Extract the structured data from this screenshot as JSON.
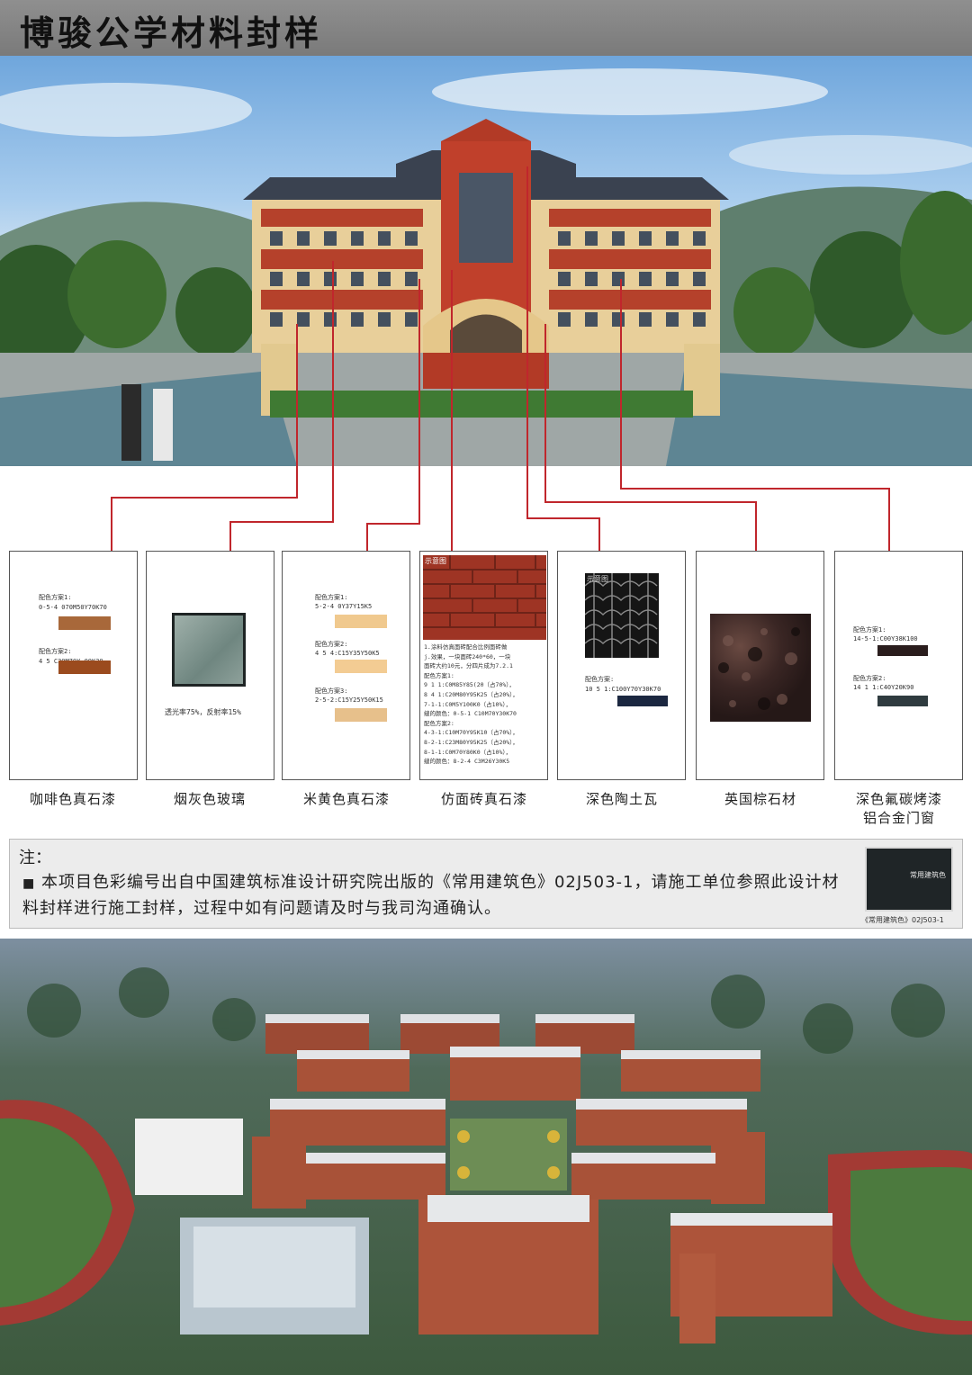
{
  "header": {
    "title": "博骏公学材料封样"
  },
  "render_top": {
    "description_image": "school-building-front-rendering"
  },
  "cards": [
    {
      "label": "咖啡色真石漆",
      "lines": [
        "配色方案1:",
        "0-5-4  070M50Y70K70",
        "配色方案2:",
        "4 5   C30M70Y 00K30"
      ],
      "chips": [
        "#a8683a",
        "#9b4b1e"
      ]
    },
    {
      "label": "烟灰色玻璃",
      "caption": "透光率75%，反射率15%"
    },
    {
      "label": "米黄色真石漆",
      "lines": [
        "配色方案1:",
        "5-2-4  0Y37Y15K5",
        "配色方案2:",
        "4 5 4:C15Y35Y50K5",
        "配色方案3:",
        "2-5-2:C15Y25Y50K15"
      ],
      "chips": [
        "#f0c98e",
        "#f3cc93",
        "#e7c08b"
      ]
    },
    {
      "label": "仿面砖真石漆",
      "sample_title": "示意图",
      "lines": [
        "1.涂料仿真面砖配合比例面砖做",
        "j.效果，一块面砖240*60，一块",
        "面砖大约10元，分四片成为7.2.1",
        "配色方案1:",
        "9 1 1:C0M85Y85(20（占70%），",
        "8 4 1:C20M80Y95K25（占20%），",
        "7-1-1:C0M5Y100K0（占10%），",
        "缝的颜色：0-5-1  C10M70Y30K70",
        "配色方案2:",
        "4-3-1:C10M70Y95K10（占70%），",
        "8-2-1:C23M80Y95K25（占20%），",
        "8-1-1:C0M70Y80K0（占10%），",
        "缝的颜色：8-2-4  C3M26Y30K5"
      ]
    },
    {
      "label": "深色陶土瓦",
      "sample_title": "示意图",
      "lines": [
        "配色方案:",
        "10 5 1:C100Y70Y30K70"
      ],
      "chips": [
        "#1b2740"
      ]
    },
    {
      "label": "英国棕石材"
    },
    {
      "label_lines": [
        "深色氟碳烤漆",
        "铝合金门窗"
      ],
      "lines": [
        "配色方案1:",
        "14-5-1:C00Y38K100",
        "配色方案2:",
        "14 1 1:C40Y20K90"
      ],
      "chips": [
        "#2a1d1d",
        "#2f3b3f"
      ]
    }
  ],
  "note": {
    "title": "注：",
    "bullet": "■",
    "text": "本项目色彩编号出自中国建筑标准设计研究院出版的《常用建筑色》02J503-1，请施工单位参照此设计材料封样进行施工封样，过程中如有问题请及时与我司沟通确认。",
    "book_title": "常用建筑色",
    "book_caption": "《常用建筑色》02J503-1"
  },
  "colors": {
    "connector": "#c0262c",
    "header_bg": "#808080",
    "brick": "#b23a26"
  }
}
